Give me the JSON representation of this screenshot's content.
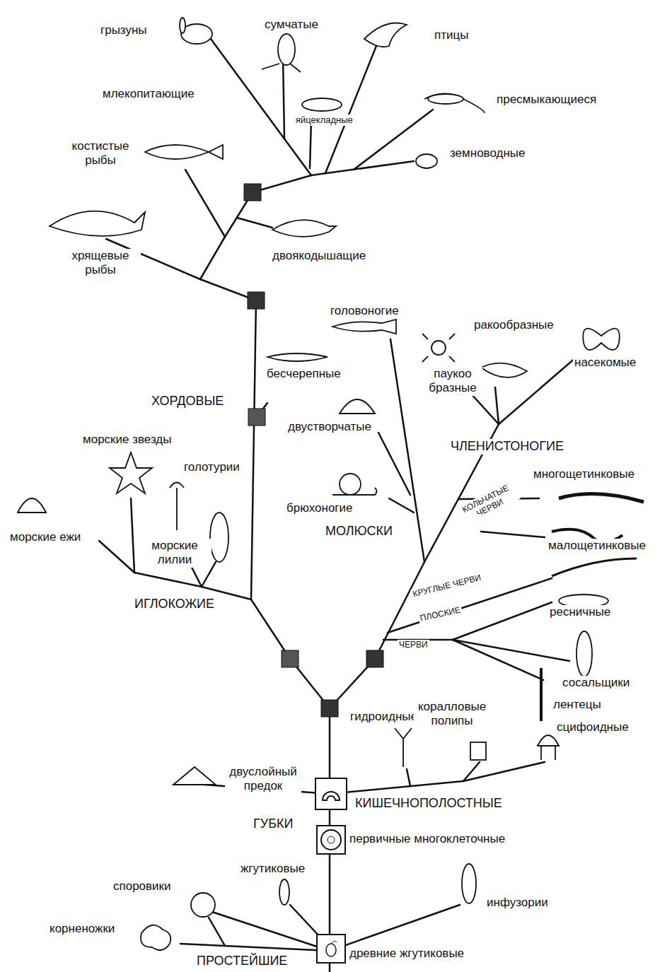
{
  "diagram": {
    "labels": [
      "грызуны",
      "сумчатые",
      "птицы",
      "млекопитающие",
      "яйцекладные",
      "пресмыкающиеся",
      "костистые рыбы",
      "земноводные",
      "хрящевые рыбы",
      "двоякодышащие",
      "головоногие",
      "ракообразные",
      "насекомые",
      "бесчерепные",
      "паукоо бразные",
      "ХОРДОВЫЕ",
      "двустворчатые",
      "морские звезды",
      "ЧЛЕНИСТОНОГИЕ",
      "голотурии",
      "многощетинковые",
      "КОЛЬЧАТЫЕ ЧЕРВИ",
      "брюхоногие",
      "МОЛЮСКИ",
      "морские ежи",
      "малощетинковые",
      "морские лилии",
      "КРУГЛЫЕ ЧЕРВИ",
      "ИГЛОКОЖИЕ",
      "ресничные",
      "ПЛОСКИЕ",
      "ЧЕРВИ",
      "сосальщики",
      "гидроидные",
      "коралловые полипы",
      "лентецы",
      "сцифоидные",
      "двуслойный предок",
      "КИШЕЧНОПОЛОСТНЫЕ",
      "ГУБКИ",
      "первичные многоклеточные",
      "жгутиковые",
      "споровики",
      "инфузории",
      "корненожки",
      "древние жгутиковые",
      "ПРОСТЕЙШИЕ"
    ]
  }
}
